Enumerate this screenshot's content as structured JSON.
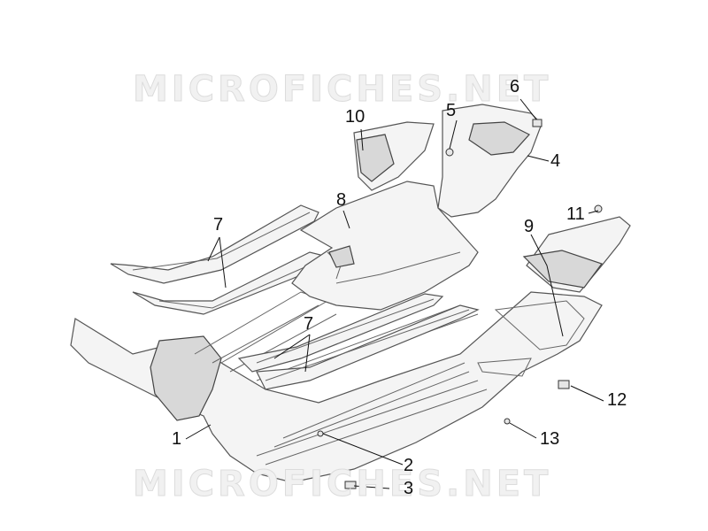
{
  "watermarks": {
    "top": "MICROFICHES.NET",
    "bottom": "MICROFICHES.NET"
  },
  "callouts": [
    {
      "id": "1",
      "label": "1"
    },
    {
      "id": "2",
      "label": "2"
    },
    {
      "id": "3",
      "label": "3"
    },
    {
      "id": "4",
      "label": "4"
    },
    {
      "id": "5",
      "label": "5"
    },
    {
      "id": "6",
      "label": "6"
    },
    {
      "id": "7a",
      "label": "7"
    },
    {
      "id": "7b",
      "label": "7"
    },
    {
      "id": "8",
      "label": "8"
    },
    {
      "id": "9",
      "label": "9"
    },
    {
      "id": "10",
      "label": "10"
    },
    {
      "id": "11",
      "label": "11"
    },
    {
      "id": "12",
      "label": "12"
    },
    {
      "id": "13",
      "label": "13"
    }
  ]
}
